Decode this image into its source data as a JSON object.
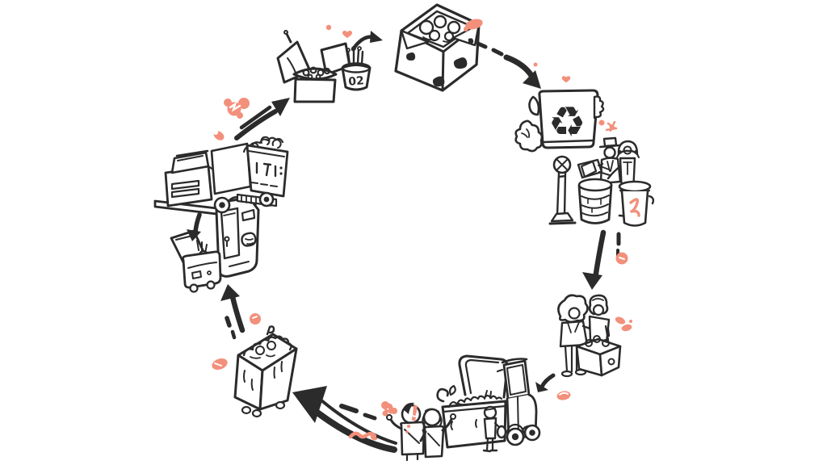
{
  "illustration": {
    "title": "Recycling cycle hand-drawn illustration",
    "colors": {
      "ink": "#2b2b2b",
      "accent": "#f2907b",
      "background": "#ffffff"
    },
    "texts": {
      "cup_label": "02",
      "exclamation": "!",
      "recycle_symbol": "♻"
    },
    "stages": [
      {
        "id": "open-takeout-box",
        "label": "Open box of recyclables"
      },
      {
        "id": "portion-cup",
        "label": "Small cup labeled 02"
      },
      {
        "id": "packed-cardboard-box",
        "label": "Packed cardboard box"
      },
      {
        "id": "curbside-recycling-bin",
        "label": "Recycling bin with recycle symbol and crumpled paper"
      },
      {
        "id": "street-sorting-station",
        "label": "Two workers sorting papers at street bins beside a lamppost and trash can"
      },
      {
        "id": "people-packing-box",
        "label": "Two people packing sorted items into a box"
      },
      {
        "id": "collection-truck",
        "label": "Open-top collection truck with loader and bag carrier"
      },
      {
        "id": "waving-neighbors",
        "label": "Two people waving at the collectors"
      },
      {
        "id": "scrap-dumpster",
        "label": "Rolling dumpster full of scrap"
      },
      {
        "id": "processing-carts",
        "label": "Open-lid cart and processing machine"
      },
      {
        "id": "delivery-truck",
        "label": "Loaded delivery truck"
      }
    ],
    "arrows": [
      {
        "from": "open-takeout-box",
        "to": "packed-cardboard-box",
        "style": "solid-curved"
      },
      {
        "from": "packed-cardboard-box",
        "to": "curbside-recycling-bin",
        "style": "dashed-then-solid"
      },
      {
        "from": "street-sorting-station",
        "to": "people-packing-box",
        "style": "solid-with-dash"
      },
      {
        "from": "people-packing-box",
        "to": "collection-truck",
        "style": "small-hook"
      },
      {
        "from": "collection-truck",
        "to": "scrap-dumpster",
        "style": "solid-with-dashes"
      },
      {
        "from": "scrap-dumpster",
        "to": "processing-carts",
        "style": "solid-with-dashes"
      },
      {
        "from": "delivery-truck",
        "to": "processing-carts",
        "style": "short-solid"
      },
      {
        "from": "delivery-truck",
        "to": "open-takeout-box",
        "style": "double-stroke"
      }
    ]
  }
}
